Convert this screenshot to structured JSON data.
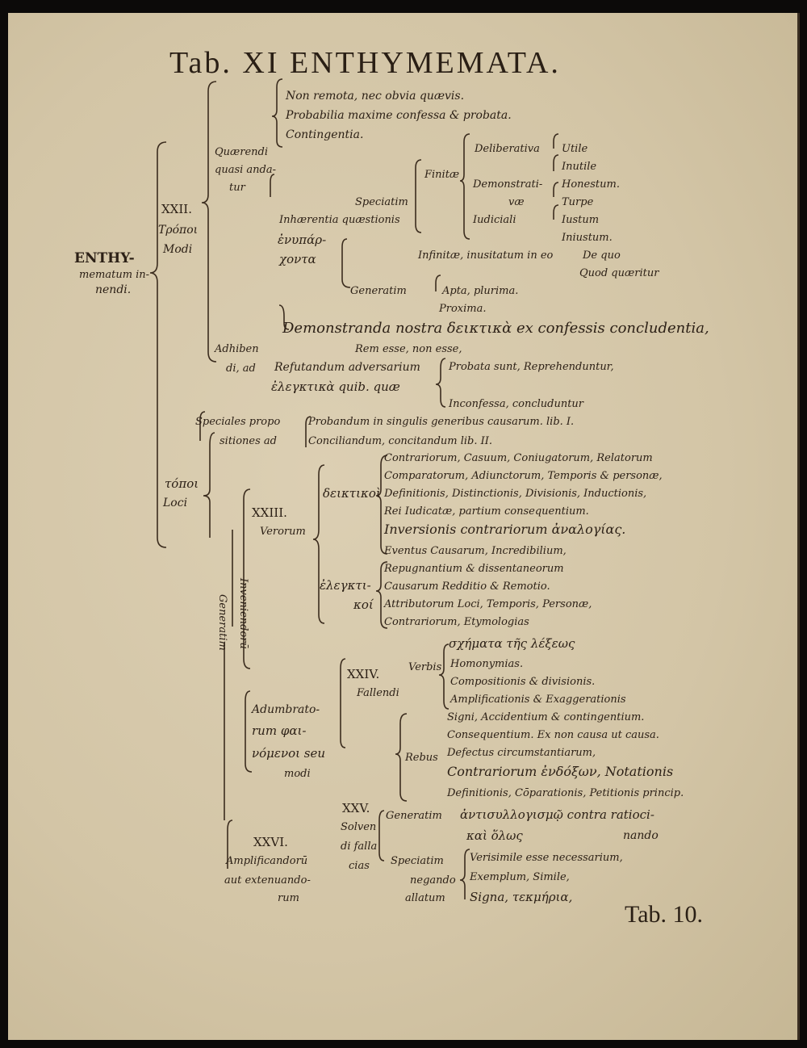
{
  "title": "Tab. XI  ENTHYMEMATA.",
  "footer": "Tab. 10.",
  "root": [
    "ENTHY-",
    "mematum in-",
    "nendi."
  ],
  "modi": [
    "XXII.",
    "Τρόποι",
    "Modi"
  ],
  "quaerendi": [
    "Quærendi",
    "quasi anda-",
    "tur"
  ],
  "q_items": [
    "Non remota, nec obvia quævis.",
    "Probabilia maxime confessa & probata.",
    "Contingentia."
  ],
  "inhaerentia": [
    "Inhærentia quæstionis",
    "ἐνυπάρ-",
    "χοντα"
  ],
  "speciatim": "Speciatim",
  "finitae": "Finitæ",
  "deliberativa": "Deliberativa",
  "demonstrativa": [
    "Demonstrati-",
    "væ"
  ],
  "iudiciali": "Iudiciali",
  "dem_items": [
    "Utile",
    "Inutile",
    "Honestum.",
    "Turpe",
    "Iustum",
    "Iniustum."
  ],
  "infinitae": "Infinitæ, inusitatum in eo",
  "de_quo": [
    "De quo",
    "Quod quæritur"
  ],
  "generatim": "Generatim",
  "gen_items": [
    "Apta, plurima.",
    "Proxima."
  ],
  "adhibendi": [
    "Adhiben",
    "di, ad"
  ],
  "demonstranda": "Demonstranda nostra δεικτικὰ ex confessis concludentia,",
  "rem_esse": "Rem esse, non esse,",
  "refutandum": "Refutandum adversarium",
  "elenctika": "ἐλεγκτικὰ quib. quæ",
  "ref_items": [
    "Probata sunt, Reprehenduntur,",
    "Inconfessa, concluduntur"
  ],
  "speciales": [
    "Speciales propo",
    "sitiones ad"
  ],
  "probandum": "Probandum in singulis generibus causarum. lib. I.",
  "conciliandum": "Conciliandum, concitandum lib. II.",
  "topoi": [
    "τόποι",
    "Loci"
  ],
  "xxiii": [
    "XXIII.",
    "Verorum"
  ],
  "deiktikoi": "δεικτικοὶ",
  "deik_items": [
    "Contrariorum, Casuum, Coniugatorum, Relatorum",
    "Comparatorum, Adiunctorum, Temporis & personæ,",
    "Definitionis, Distinctionis, Divisionis, Inductionis,",
    "Rei Iudicatæ, partium consequentium.",
    "Inversionis contrariorum ἀναλογίας.",
    "Eventus Causarum, Incredibilium,"
  ],
  "elenktikoi": [
    "ἐλεγκτι-",
    "κοί"
  ],
  "elenk_items": [
    "Repugnantium & dissentaneorum",
    "Causarum Redditio & Remotio.",
    "Attributorum Loci, Temporis, Personæ,",
    "Contrariorum, Etymologias"
  ],
  "inveniendorum": "Inveniendorū",
  "generatim_v": "Generatim",
  "adumbratorum": [
    "Adumbrato-",
    "rum φαι-",
    "νόμενοι seu",
    "modi"
  ],
  "xxiv": [
    "XXIV.",
    "Fallendi"
  ],
  "schemata": "σχήματα τῆς λέξεως",
  "verbis": "Verbis",
  "verb_items": [
    "Homonymias.",
    "Compositionis & divisionis.",
    "Amplificationis & Exaggerationis"
  ],
  "rebus": "Rebus",
  "reb_items": [
    "Signi, Accidentium & contingentium.",
    "Consequentium. Ex non causa ut causa.",
    "Defectus circumstantiarum,",
    "Contrariorum ἐνδόξων, Notationis",
    "Definitionis, Cōparationis, Petitionis princip."
  ],
  "xxv": [
    "XXV.",
    "Solven",
    "di falla",
    "cias"
  ],
  "sol_generatim": "Generatim",
  "antisyllogismo": "ἀντισυλλογισμῷ contra ratioci-",
  "nando": "nando",
  "kai_holos": "καὶ ὅλως",
  "sol_speciatim": [
    "Speciatim",
    "negando",
    "allatum"
  ],
  "sol_items": [
    "Verisimile esse necessarium,",
    "Exemplum, Simile,",
    "Signa, τεκμήρια,"
  ],
  "xxvi": [
    "XXVI.",
    "Amplificandorū",
    "aut extenuando-",
    "rum"
  ]
}
